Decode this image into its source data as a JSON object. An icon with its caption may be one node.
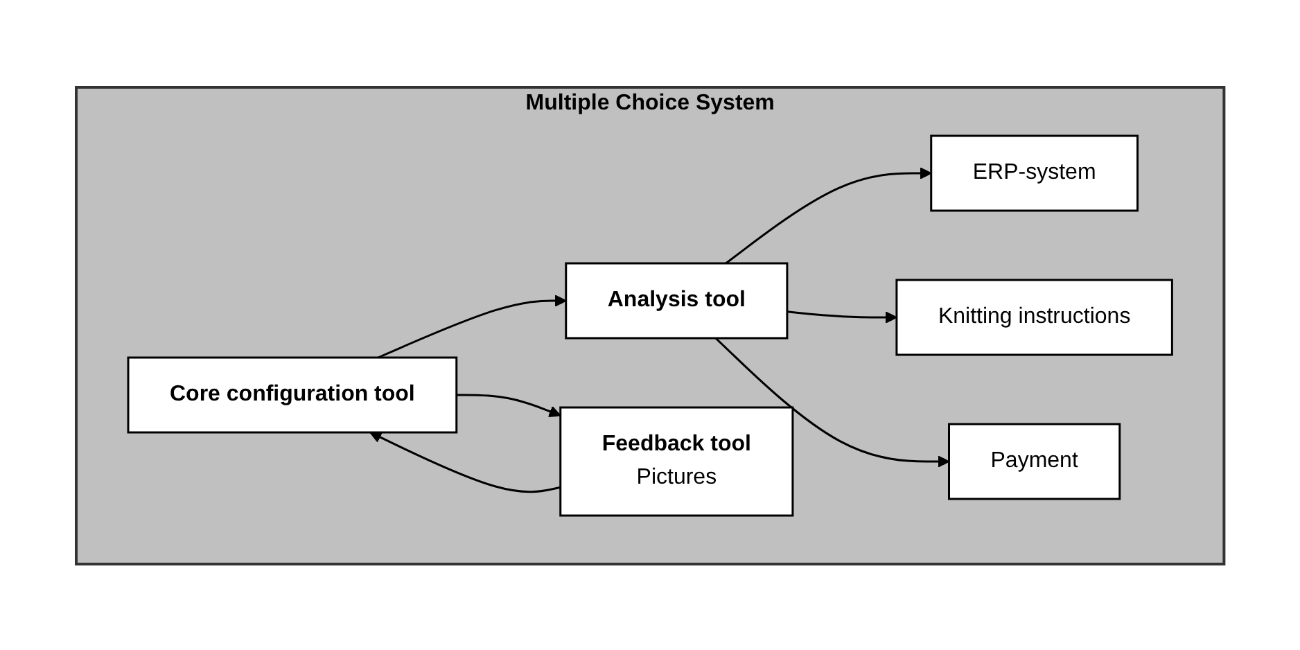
{
  "diagram": {
    "nodes": [
      {
        "text": [
          "Multiple Choice System"
        ]
      },
      {
        "text": [
          "Analysis tool"
        ],
        "in": 0
      },
      {
        "text": [
          "Core configuration tool"
        ],
        "in": 0
      },
      {
        "text": [
          "Feedback tool",
          "Pictures"
        ],
        "in": 0
      },
      {
        "text": [
          "ERP-system"
        ],
        "in": 0
      },
      {
        "text": [
          "Knitting instructions"
        ],
        "in": 0
      },
      {
        "text": [
          "Payment"
        ],
        "in": 0
      }
    ],
    "edges": [
      {
        "from": 2,
        "to": 1,
        "arrow": "to"
      },
      {
        "from": 2,
        "to": 3,
        "arrow": "to"
      },
      {
        "from": 3,
        "to": 2,
        "arrow": "to"
      },
      {
        "from": 1,
        "to": 4,
        "arrow": "to"
      },
      {
        "from": 1,
        "to": 5,
        "arrow": "to"
      },
      {
        "from": 1,
        "to": 6,
        "arrow": "to"
      }
    ]
  }
}
